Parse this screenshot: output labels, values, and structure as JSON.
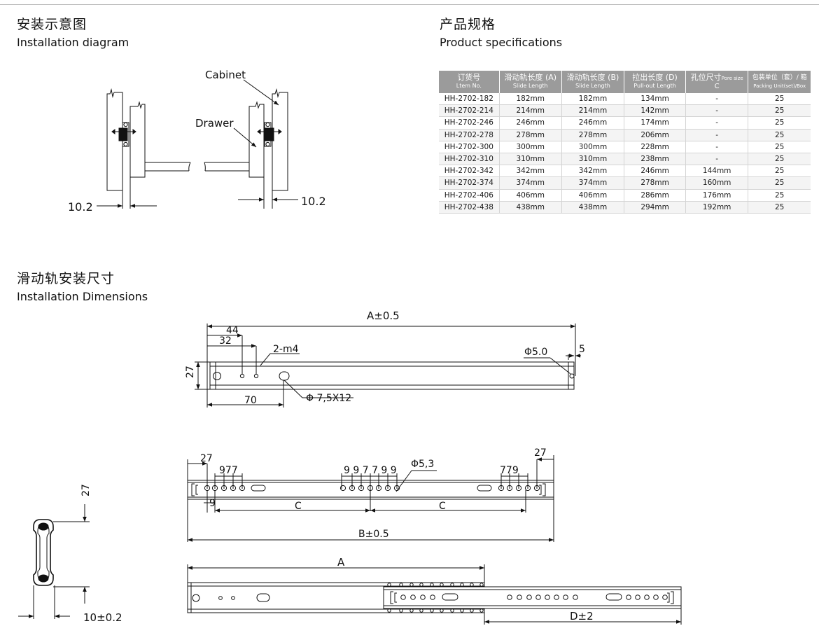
{
  "sections": {
    "install_diagram": {
      "title_cn": "安装示意图",
      "title_en": "Installation diagram"
    },
    "product_specs": {
      "title_cn": "产品规格",
      "title_en": "Product specifications"
    },
    "install_dimensions": {
      "title_cn": "滑动轨安装尺寸",
      "title_en": "Installation Dimensions"
    }
  },
  "diagram_labels": {
    "cabinet": "Cabinet",
    "drawer": "Drawer",
    "gap_left": "10.2",
    "gap_right": "10.2"
  },
  "spec_table": {
    "headers": [
      {
        "cn": "订货号",
        "en": "Ltem No."
      },
      {
        "cn": "滑动轨长度 (A)",
        "en": "Slide Length"
      },
      {
        "cn": "滑动轨长度 (B)",
        "en": "Slide Length"
      },
      {
        "cn": "拉出长度 (D)",
        "en": "Pull-out Length"
      },
      {
        "cn": "孔位尺寸",
        "cn_small": "Pore size",
        "en": "C"
      },
      {
        "cn": "包装单位（套）/ 箱",
        "en": "Packing Unit(set)/Box"
      }
    ],
    "rows": [
      [
        "HH-2702-182",
        "182mm",
        "182mm",
        "134mm",
        "-",
        "25"
      ],
      [
        "HH-2702-214",
        "214mm",
        "214mm",
        "142mm",
        "-",
        "25"
      ],
      [
        "HH-2702-246",
        "246mm",
        "246mm",
        "174mm",
        "-",
        "25"
      ],
      [
        "HH-2702-278",
        "278mm",
        "278mm",
        "206mm",
        "-",
        "25"
      ],
      [
        "HH-2702-300",
        "300mm",
        "300mm",
        "228mm",
        "-",
        "25"
      ],
      [
        "HH-2702-310",
        "310mm",
        "310mm",
        "238mm",
        "-",
        "25"
      ],
      [
        "HH-2702-342",
        "342mm",
        "342mm",
        "246mm",
        "144mm",
        "25"
      ],
      [
        "HH-2702-374",
        "374mm",
        "374mm",
        "278mm",
        "160mm",
        "25"
      ],
      [
        "HH-2702-406",
        "406mm",
        "406mm",
        "286mm",
        "176mm",
        "25"
      ],
      [
        "HH-2702-438",
        "438mm",
        "438mm",
        "294mm",
        "192mm",
        "25"
      ]
    ]
  },
  "dims": {
    "rail1": {
      "a": "A±0.5",
      "d44": "44",
      "d32": "32",
      "m4": "2-m4",
      "phi5": "Φ5.0",
      "d5": "5",
      "h27": "27",
      "d70": "70",
      "slot": "Φ 7,5X12"
    },
    "rail2": {
      "d27l": "27",
      "d977": "977",
      "mid_group": "9 9 7 7 9 9",
      "phi53": "Φ5,3",
      "d27r": "27",
      "d779": "779",
      "d9": "9",
      "c1": "C",
      "c2": "C",
      "b": "B±0.5"
    },
    "rail3": {
      "a": "A",
      "d": "D±2"
    },
    "profile": {
      "h27": "27",
      "w10": "10±0.2"
    }
  }
}
